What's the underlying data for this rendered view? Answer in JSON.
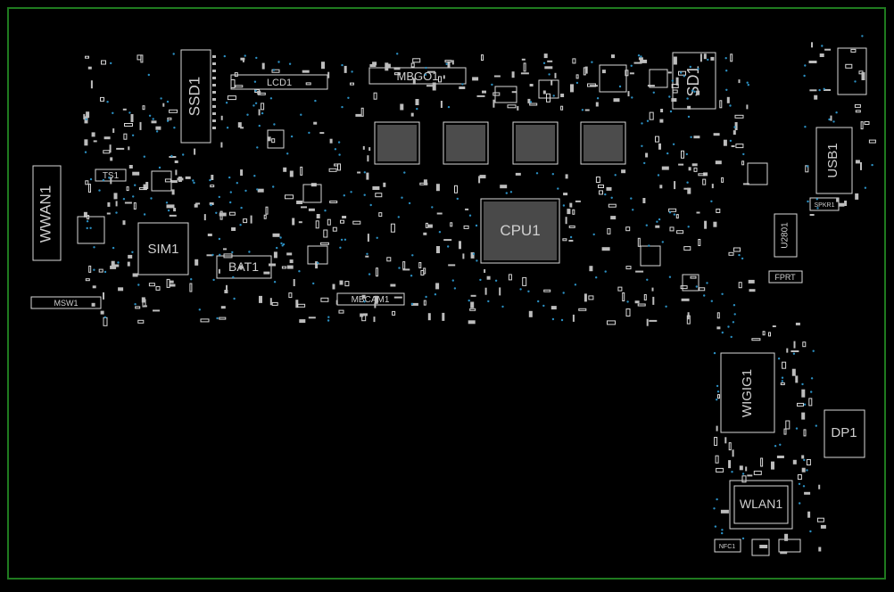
{
  "labels": {
    "lcd": "LCD1",
    "mbgo": "MBGO1",
    "sd": "SD1",
    "ssd": "SSD1",
    "wwan": "WWAN1",
    "ts": "TS1",
    "sim": "SIM1",
    "bat": "BAT1",
    "cpu": "CPU1",
    "mbcam": "MBCAM1",
    "msw": "MSW1",
    "usb": "USB1",
    "spkr": "SPKR1",
    "u2801": "U2801",
    "fprt": "FPRT",
    "wigig": "WIGIG1",
    "dp": "DP1",
    "wlan": "WLAN1",
    "nfc": "NFC1"
  },
  "colors": {
    "board_frame": "#1f7a1f",
    "outline": "#d8d8d8",
    "via": "#2b8fc2",
    "background": "#000000"
  }
}
